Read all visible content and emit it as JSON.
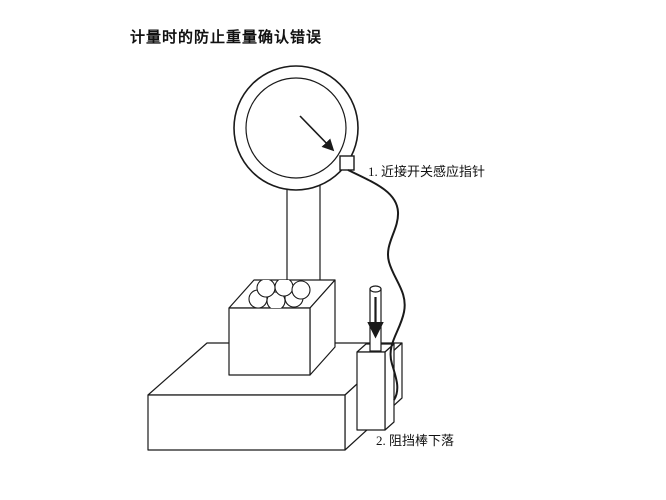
{
  "title": "计量时的防止重量确认错误",
  "annotations": {
    "label_1": "1. 近接开关感应指针",
    "label_2": "2. 阻挡棒下落"
  },
  "colors": {
    "background": "#ffffff",
    "stroke": "#1a1a1a",
    "shape_fill": "#ffffff"
  }
}
